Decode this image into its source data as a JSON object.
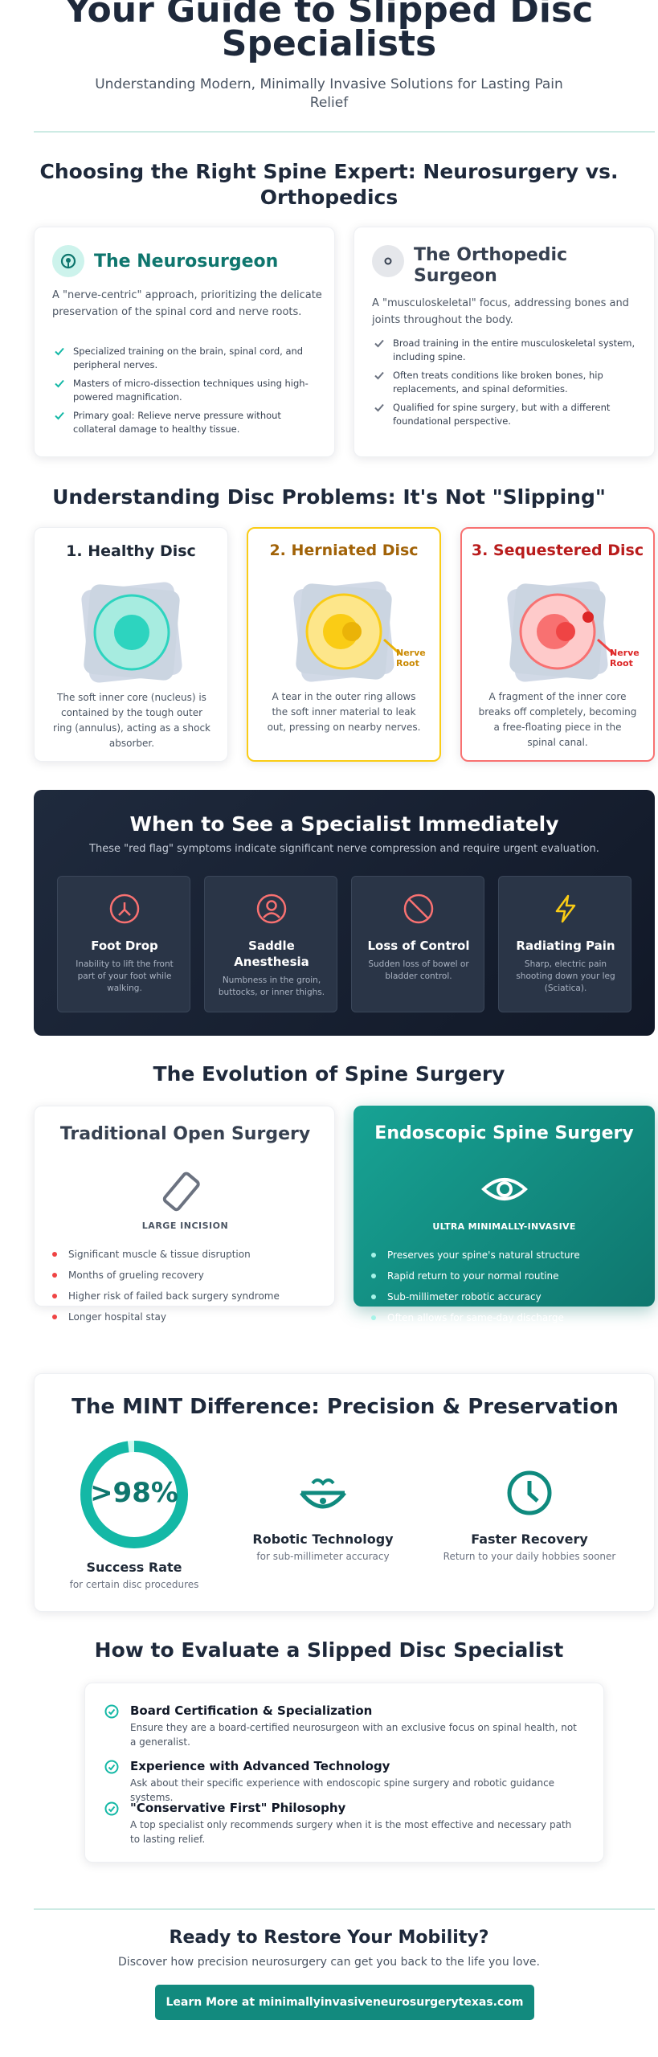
{
  "hero": {
    "title_line1": "Your Guide to Slipped Disc",
    "title_line2": "Specialists",
    "subtitle": "Understanding Modern, Minimally Invasive Solutions for Lasting Pain Relief"
  },
  "compare": {
    "heading": "Choosing the Right Spine Expert: Neurosurgery vs. Orthopedics",
    "neuro": {
      "title": "The Neurosurgeon",
      "icon": "brain-icon",
      "description": "A \"nerve-centric\" approach, prioritizing the delicate preservation of the spinal cord and nerve roots.",
      "points": [
        "Specialized training on the brain, spinal cord, and peripheral nerves.",
        "Masters of micro-dissection techniques using high-powered magnification.",
        "Primary goal: Relieve nerve pressure without collateral damage to healthy tissue."
      ]
    },
    "ortho": {
      "title": "The Orthopedic Surgeon",
      "icon": "bone-icon",
      "description": "A \"musculoskeletal\" focus, addressing bones and joints throughout the body.",
      "points": [
        "Broad training in the entire musculoskeletal system, including spine.",
        "Often treats conditions like broken bones, hip replacements, and spinal deformities.",
        "Qualified for spine surgery, but with a different foundational perspective."
      ]
    }
  },
  "discs": {
    "heading": "Understanding Disc Problems: It's Not \"Slipping\"",
    "items": [
      {
        "title": "1. Healthy Disc",
        "description": "The soft inner core (nucleus) is contained by the tough outer ring (annulus), acting as a shock absorber.",
        "label": ""
      },
      {
        "title": "2. Herniated Disc",
        "description": "A tear in the outer ring allows the soft inner material to leak out, pressing on nearby nerves.",
        "label": "Nerve Root"
      },
      {
        "title": "3. Sequestered Disc",
        "description": "A fragment of the inner core breaks off completely, becoming a free-floating piece in the spinal canal.",
        "label": "Nerve Root"
      }
    ]
  },
  "red_flags": {
    "heading": "When to See a Specialist Immediately",
    "subtitle": "These \"red flag\" symptoms indicate significant nerve compression and require urgent evaluation.",
    "items": [
      {
        "title": "Foot Drop",
        "description": "Inability to lift the front part of your foot while walking.",
        "icon": "foot-icon"
      },
      {
        "title": "Saddle Anesthesia",
        "description": "Numbness in the groin, buttocks, or inner thighs.",
        "icon": "user-circle-icon"
      },
      {
        "title": "Loss of Control",
        "description": "Sudden loss of bowel or bladder control.",
        "icon": "ban-icon"
      },
      {
        "title": "Radiating Pain",
        "description": "Sharp, electric pain shooting down your leg (Sciatica).",
        "icon": "lightning-icon"
      }
    ]
  },
  "evolution": {
    "heading": "The Evolution of Spine Surgery",
    "open": {
      "title": "Traditional Open Surgery",
      "tag": "LARGE INCISION",
      "points": [
        "Significant muscle & tissue disruption",
        "Months of grueling recovery",
        "Higher risk of failed back surgery syndrome",
        "Longer hospital stay"
      ]
    },
    "endo": {
      "title": "Endoscopic Spine Surgery",
      "tag": "ULTRA MINIMALLY-INVASIVE",
      "points": [
        "Preserves your spine's natural structure",
        "Rapid return to your normal routine",
        "Sub-millimeter robotic accuracy",
        "Often allows for same-day discharge"
      ]
    }
  },
  "mint": {
    "heading": "The MINT Difference: Precision & Preservation",
    "stats": [
      {
        "value": ">98%",
        "label": "Success Rate",
        "sub": "for certain disc procedures",
        "fill": 0.98
      },
      {
        "label": "Robotic Technology",
        "sub": "for sub-millimeter accuracy",
        "icon": "robot-icon"
      },
      {
        "label": "Faster Recovery",
        "sub": "Return to your daily hobbies sooner",
        "icon": "clock-icon"
      }
    ]
  },
  "evaluate": {
    "heading": "How to Evaluate a Slipped Disc Specialist",
    "items": [
      {
        "title": "Board Certification & Specialization",
        "description": "Ensure they are a board-certified neurosurgeon with an exclusive focus on spinal health, not a generalist."
      },
      {
        "title": "Experience with Advanced Technology",
        "description": "Ask about their specific experience with endoscopic spine surgery and robotic guidance systems."
      },
      {
        "title": "\"Conservative First\" Philosophy",
        "description": "A top specialist only recommends surgery when it is the most effective and necessary path to lasting relief."
      }
    ]
  },
  "cta": {
    "heading": "Ready to Restore Your Mobility?",
    "text": "Discover how precision neurosurgery can get you back to the life you love.",
    "button": "Learn More at minimallyinvasiveneurosurgerytexas.com"
  },
  "colors": {
    "teal": "#14b8a6",
    "teal_dark": "#0f766e",
    "amber": "#ca8a04",
    "red": "#dc2626",
    "navy": "#1e293b"
  }
}
